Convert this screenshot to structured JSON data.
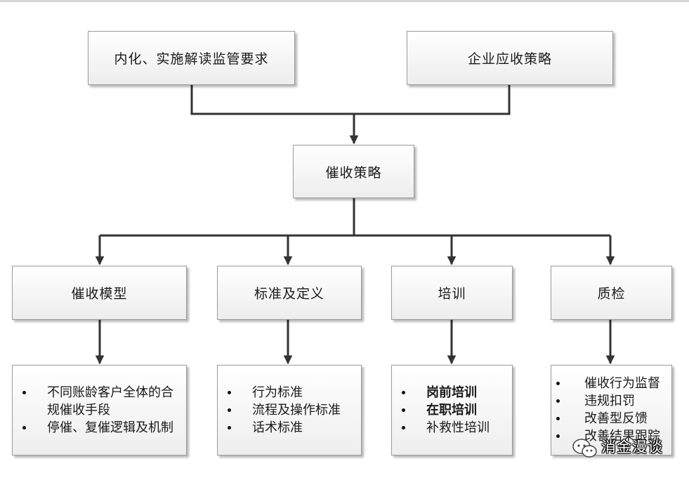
{
  "top_nodes": {
    "left": "内化、实施解读监管要求",
    "right": "企业应收策略"
  },
  "center_node": "催收策略",
  "categories": [
    {
      "title": "催收模型",
      "items": [
        {
          "lines": [
            "不同账龄客户全体的合",
            "规催收手段"
          ]
        },
        {
          "lines": [
            "停催、复催逻辑及机制"
          ]
        }
      ]
    },
    {
      "title": "标准及定义",
      "items": [
        {
          "lines": [
            "行为标准"
          ]
        },
        {
          "lines": [
            "流程及操作标准"
          ]
        },
        {
          "lines": [
            "话术标准"
          ]
        }
      ]
    },
    {
      "title": "培训",
      "items": [
        {
          "lines": [
            "岗前培训"
          ]
        },
        {
          "lines": [
            "在职培训"
          ]
        },
        {
          "lines": [
            "补救性培训"
          ]
        }
      ]
    },
    {
      "title": "质检",
      "items": [
        {
          "lines": [
            "催收行为监督"
          ]
        },
        {
          "lines": [
            "违规扣罚"
          ]
        },
        {
          "lines": [
            "改善型反馈"
          ]
        },
        {
          "lines": [
            "改善结果跟踪"
          ]
        }
      ]
    }
  ],
  "watermark": {
    "icon": "wechat-icon",
    "text": "消金漫谈"
  }
}
